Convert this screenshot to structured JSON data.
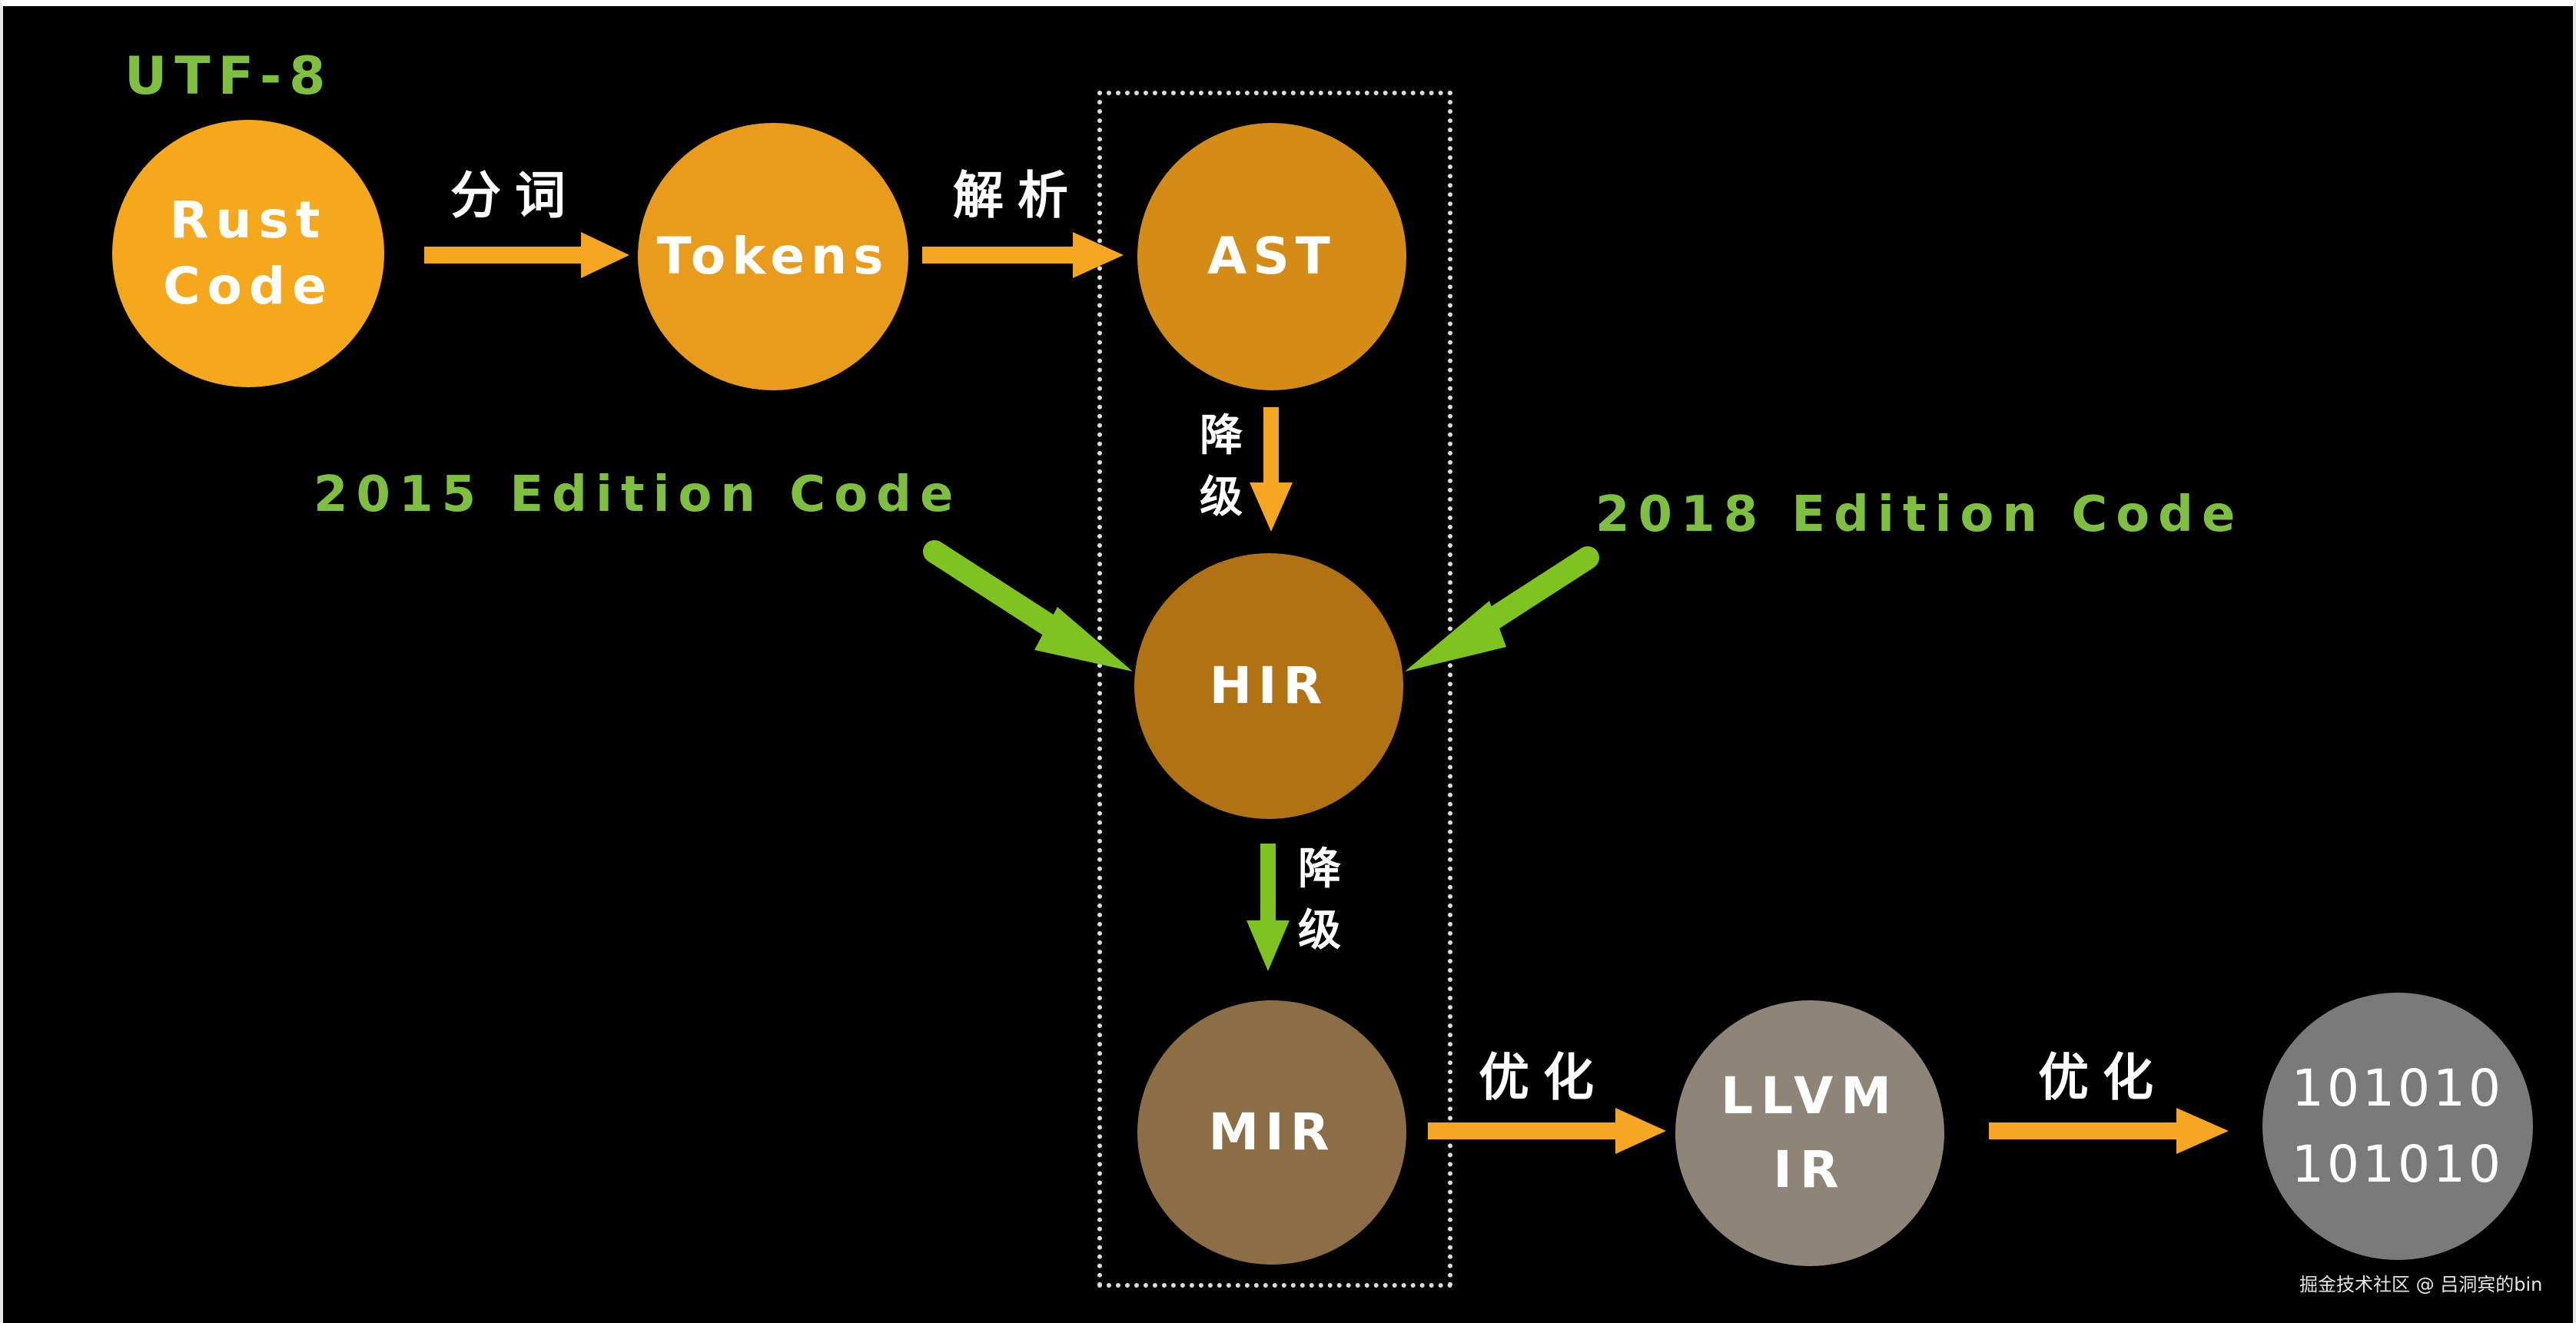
{
  "encoding_label": "UTF-8",
  "nodes": {
    "rust_code": {
      "line1": "Rust",
      "line2": "Code",
      "color": "#f5a81c"
    },
    "tokens": {
      "label": "Tokens",
      "color": "#e99c1c"
    },
    "ast": {
      "label": "AST",
      "color": "#d48c16"
    },
    "hir": {
      "label": "HIR",
      "color": "#b07212"
    },
    "mir": {
      "label": "MIR",
      "color": "#8b6d46"
    },
    "llvm_ir": {
      "line1": "LLVM",
      "line2": "IR",
      "color": "#8c8578"
    },
    "binary": {
      "line1": "101010",
      "line2": "101010",
      "color": "#7a7a7a"
    }
  },
  "edges": {
    "tokenize": {
      "label": "分词"
    },
    "parse": {
      "label": "解析"
    },
    "lower_to_hir": {
      "char1": "降",
      "char2": "级"
    },
    "lower_to_mir": {
      "char1": "降",
      "char2": "级"
    },
    "optimize_to_llvm": {
      "label": "优化"
    },
    "optimize_to_binary": {
      "label": "优化"
    }
  },
  "editions": {
    "edition_2015": "2015 Edition Code",
    "edition_2018": "2018 Edition Code"
  },
  "watermark": "掘金技术社区 @ 吕洞宾的bin",
  "colors": {
    "orange_arrow": "#f5a623",
    "green_arrow": "#7ec31f",
    "green_text": "#7fbf3f",
    "background": "#000000"
  }
}
